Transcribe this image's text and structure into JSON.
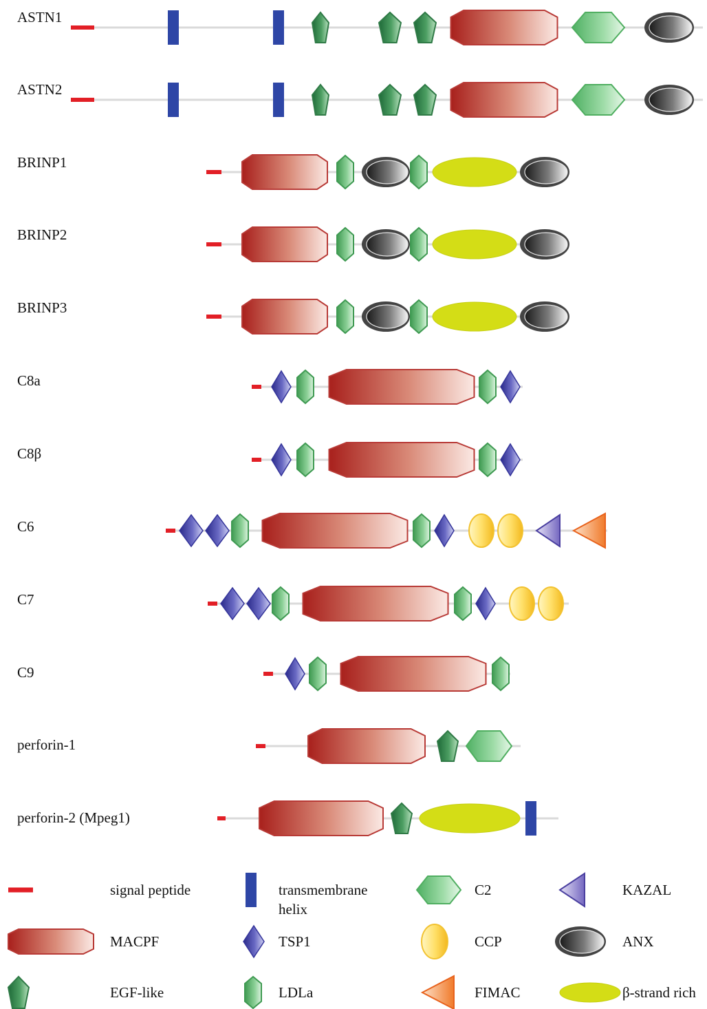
{
  "proteins": [
    {
      "name": "ASTN1",
      "domains": [
        "signal-peptide",
        "transmembrane-helix",
        "transmembrane-helix",
        "egf-like",
        "egf-like",
        "egf-like",
        "macpf",
        "c2",
        "anx"
      ]
    },
    {
      "name": "ASTN2",
      "domains": [
        "signal-peptide",
        "transmembrane-helix",
        "transmembrane-helix",
        "egf-like",
        "egf-like",
        "egf-like",
        "macpf",
        "c2",
        "anx"
      ]
    },
    {
      "name": "BRINP1",
      "domains": [
        "signal-peptide",
        "macpf",
        "ldla",
        "anx",
        "ldla",
        "beta-strand-rich",
        "anx"
      ]
    },
    {
      "name": "BRINP2",
      "domains": [
        "signal-peptide",
        "macpf",
        "ldla",
        "anx",
        "ldla",
        "beta-strand-rich",
        "anx"
      ]
    },
    {
      "name": "BRINP3",
      "domains": [
        "signal-peptide",
        "macpf",
        "ldla",
        "anx",
        "ldla",
        "beta-strand-rich",
        "anx"
      ]
    },
    {
      "name": "C8a",
      "domains": [
        "signal-peptide",
        "tsp1",
        "ldla",
        "macpf",
        "ldla",
        "tsp1"
      ]
    },
    {
      "name": "C8β",
      "domains": [
        "signal-peptide",
        "tsp1",
        "ldla",
        "macpf",
        "ldla",
        "tsp1"
      ]
    },
    {
      "name": "C6",
      "domains": [
        "signal-peptide",
        "tsp1",
        "tsp1",
        "ldla",
        "macpf",
        "ldla",
        "tsp1",
        "ccp",
        "ccp",
        "kazal",
        "fimac"
      ]
    },
    {
      "name": "C7",
      "domains": [
        "signal-peptide",
        "tsp1",
        "tsp1",
        "ldla",
        "macpf",
        "ldla",
        "tsp1",
        "ccp",
        "ccp"
      ]
    },
    {
      "name": "C9",
      "domains": [
        "signal-peptide",
        "tsp1",
        "ldla",
        "macpf",
        "ldla"
      ]
    },
    {
      "name": "perforin-1",
      "domains": [
        "signal-peptide",
        "macpf",
        "egf-like",
        "c2"
      ]
    },
    {
      "name": "perforin-2 (Mpeg1)",
      "domains": [
        "signal-peptide",
        "macpf",
        "egf-like",
        "beta-strand-rich",
        "transmembrane-helix"
      ]
    }
  ],
  "legend": [
    {
      "type": "signal-peptide",
      "label": "signal peptide"
    },
    {
      "type": "transmembrane-helix",
      "label": "transmembrane helix"
    },
    {
      "type": "c2",
      "label": "C2"
    },
    {
      "type": "kazal",
      "label": "KAZAL"
    },
    {
      "type": "macpf",
      "label": "MACPF"
    },
    {
      "type": "tsp1",
      "label": "TSP1"
    },
    {
      "type": "ccp",
      "label": "CCP"
    },
    {
      "type": "anx",
      "label": "ANX"
    },
    {
      "type": "egf-like",
      "label": "EGF-like"
    },
    {
      "type": "ldla",
      "label": "LDLa"
    },
    {
      "type": "fimac",
      "label": "FIMAC"
    },
    {
      "type": "beta-strand-rich",
      "label": "β-strand rich"
    }
  ],
  "colors": {
    "backbone": "#dadada",
    "signal_peptide": "#e21f26",
    "transmembrane_helix": "#2e46a6",
    "macpf": "#b8282a",
    "egf_like": "#2e7d45",
    "ldla": "#5cae6a",
    "c2": "#6cc27a",
    "tsp1": "#3b3b9e",
    "ccp": "#f7c628",
    "kazal": "#6a5bb5",
    "fimac": "#f07a2a",
    "anx": "#333333",
    "beta_strand_rich": "#d4dd16"
  }
}
